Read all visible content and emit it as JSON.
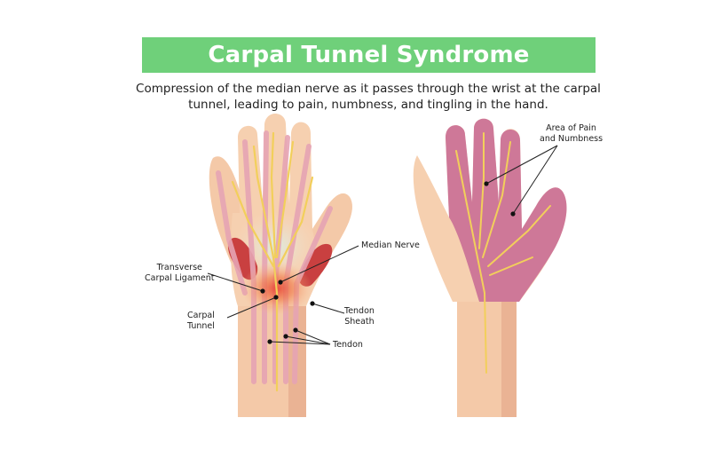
{
  "header": {
    "title": "Carpal Tunnel Syndrome",
    "subtitle_line1": "Compression of the median nerve as it passes through the wrist at the carpal",
    "subtitle_line2": "tunnel, leading to pain, numbness, and tingling in the hand."
  },
  "labels": {
    "median_nerve": "Median Nerve",
    "transverse_l1": "Transverse",
    "transverse_l2": "Carpal Ligament",
    "carpal_l1": "Carpal",
    "carpal_l2": "Tunnel",
    "sheath_l1": "Tendon",
    "sheath_l2": "Sheath",
    "tendon": "Tendon",
    "pain_l1": "Area of Pain",
    "pain_l2": "and Numbness"
  },
  "colors": {
    "banner": "#6fd07a",
    "skin": "#f4c9a8",
    "nerve": "#f2cf5b",
    "tendon": "#e6a4b4",
    "inflammation": "#e8553a",
    "numb_area": "#c86b94"
  }
}
